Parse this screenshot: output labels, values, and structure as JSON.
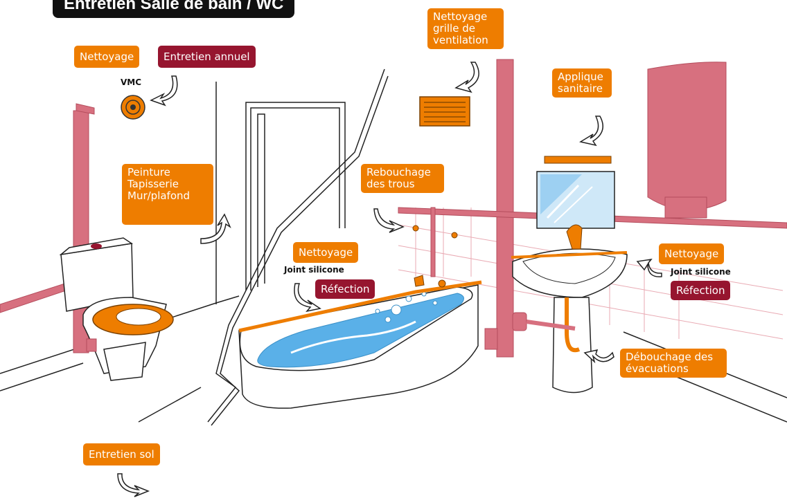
{
  "title": "Entretien Salle de bain / WC",
  "labels": {
    "vmc_nettoyage": "Nettoyage",
    "vmc_entretien": "Entretien annuel",
    "vmc": "VMC",
    "ventilation": "Nettoyage\ngrille de\nventilation",
    "applique": "Applique\nsanitaire",
    "peinture": "Peinture\nTapisserie\nMur/plafond",
    "rebouchage": "Rebouchage\ndes trous",
    "bath_nettoyage": "Nettoyage",
    "bath_joint": "Joint silicone",
    "bath_refection": "Réfection",
    "sink_nettoyage": "Nettoyage",
    "sink_joint": "Joint silicone",
    "sink_refection": "Réfection",
    "debouchage": "Débouchage des\névacuations",
    "sol": "Entretien sol"
  },
  "colors": {
    "orange": "#ee7d00",
    "dark_red": "#96152f",
    "pink": "#d7707f",
    "tile_line": "#e9aab3",
    "water": "#5ab0e8",
    "outline": "#222222"
  }
}
